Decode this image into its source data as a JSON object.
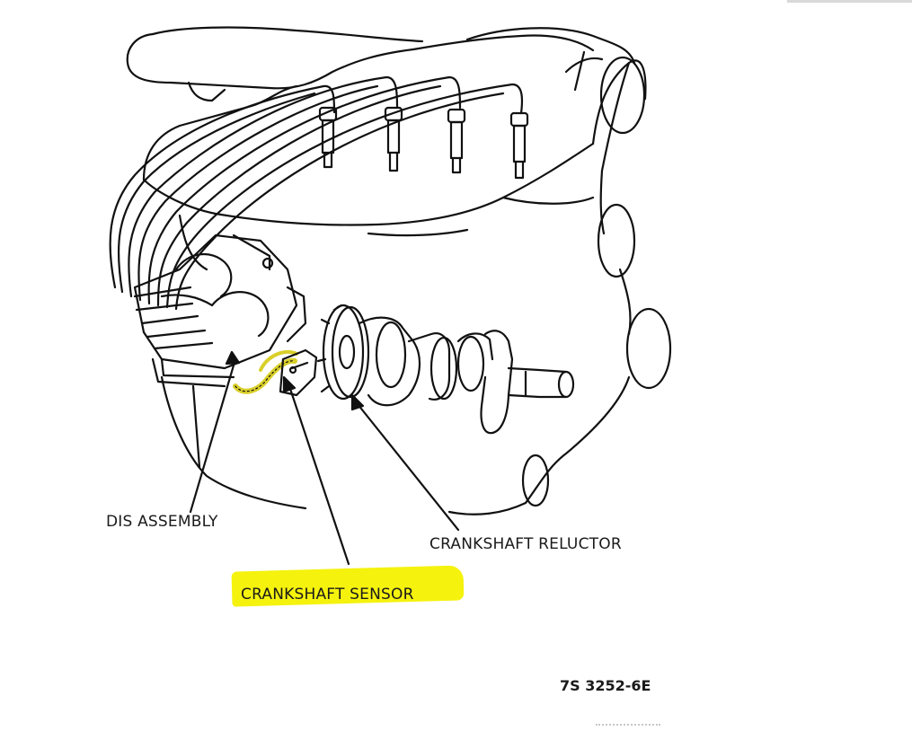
{
  "labels": {
    "dis_assembly": "DIS ASSEMBLY",
    "crankshaft_reluctor": "CRANKSHAFT RELUCTOR",
    "crankshaft_sensor": "CRANKSHAFT SENSOR"
  },
  "figure_id": "7S 3252-6E",
  "colors": {
    "line": "#111111",
    "highlight": "#f5f20e",
    "sensor_wire": "#d9cf2a"
  }
}
